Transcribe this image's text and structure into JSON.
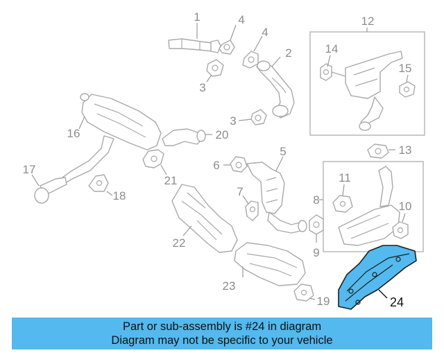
{
  "diagram": {
    "highlight_color": "#53b9ee",
    "callouts": [
      {
        "id": "1",
        "text": "1"
      },
      {
        "id": "2",
        "text": "2"
      },
      {
        "id": "3a",
        "text": "3"
      },
      {
        "id": "3b",
        "text": "3"
      },
      {
        "id": "4a",
        "text": "4"
      },
      {
        "id": "4b",
        "text": "4"
      },
      {
        "id": "5",
        "text": "5"
      },
      {
        "id": "6",
        "text": "6"
      },
      {
        "id": "7",
        "text": "7"
      },
      {
        "id": "8",
        "text": "8"
      },
      {
        "id": "9",
        "text": "9"
      },
      {
        "id": "10",
        "text": "10"
      },
      {
        "id": "11",
        "text": "11"
      },
      {
        "id": "12",
        "text": "12"
      },
      {
        "id": "13",
        "text": "13"
      },
      {
        "id": "14",
        "text": "14"
      },
      {
        "id": "15",
        "text": "15"
      },
      {
        "id": "16",
        "text": "16"
      },
      {
        "id": "17",
        "text": "17"
      },
      {
        "id": "18",
        "text": "18"
      },
      {
        "id": "19",
        "text": "19"
      },
      {
        "id": "20",
        "text": "20"
      },
      {
        "id": "21",
        "text": "21"
      },
      {
        "id": "22",
        "text": "22"
      },
      {
        "id": "23",
        "text": "23"
      },
      {
        "id": "24",
        "text": "24"
      }
    ]
  },
  "banner": {
    "line1": "Part or sub-assembly is #24 in diagram",
    "line2": "Diagram may not be specific to your vehicle",
    "background": "#53b9ee"
  }
}
